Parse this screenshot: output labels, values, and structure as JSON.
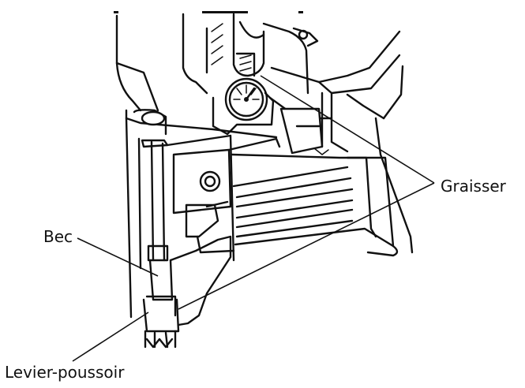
{
  "labels": {
    "graisser": "Graisser",
    "bec": "Bec",
    "levier_poussoir": "Levier-poussoir"
  },
  "colors": {
    "ink": "#111111",
    "background": "#ffffff"
  }
}
